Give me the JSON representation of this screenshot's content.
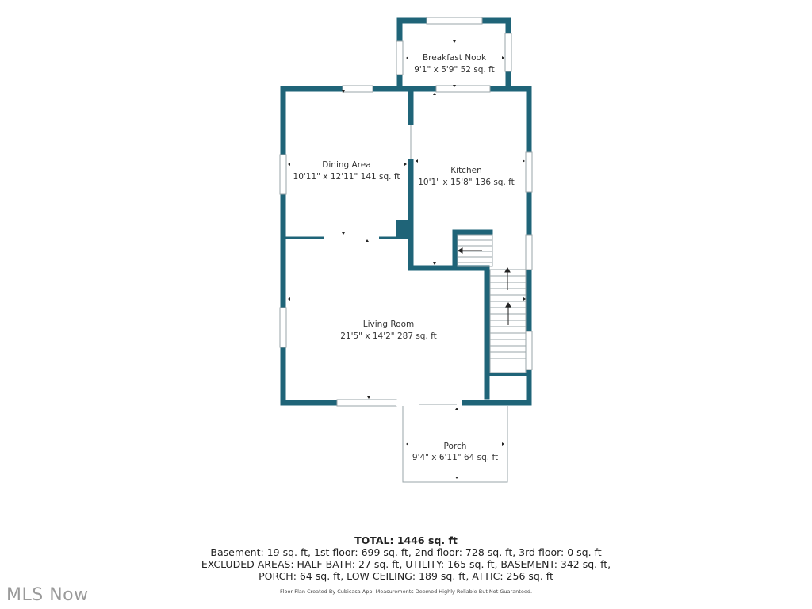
{
  "colors": {
    "wall": "#1f6478",
    "line": "#9aa5a8",
    "text": "#333333",
    "watermark": "#9a9a9a"
  },
  "rooms": {
    "breakfast_nook": {
      "name": "Breakfast Nook",
      "dims": "9'1\" x 5'9\" 52 sq. ft"
    },
    "dining_area": {
      "name": "Dining Area",
      "dims": "10'11\" x 12'11\" 141 sq. ft"
    },
    "kitchen": {
      "name": "Kitchen",
      "dims": "10'1\" x 15'8\" 136 sq. ft"
    },
    "living_room": {
      "name": "Living Room",
      "dims": "21'5\" x 14'2\" 287 sq. ft"
    },
    "porch": {
      "name": "Porch",
      "dims": "9'4\" x 6'11\" 64 sq. ft"
    }
  },
  "summary": {
    "total": "TOTAL: 1446 sq. ft",
    "line1": "Basement: 19 sq. ft, 1st floor: 699 sq. ft, 2nd floor: 728 sq. ft, 3rd floor: 0 sq. ft",
    "line2": "EXCLUDED AREAS: HALF BATH: 27 sq. ft, UTILITY: 165 sq. ft, BASEMENT: 342 sq. ft,",
    "line3": "PORCH: 64 sq. ft, LOW CEILING: 189 sq. ft, ATTIC: 256 sq. ft",
    "credit": "Floor Plan Created By Cubicasa App. Measurements Deemed Highly Reliable But Not Guaranteed."
  },
  "watermark": "MLS Now"
}
